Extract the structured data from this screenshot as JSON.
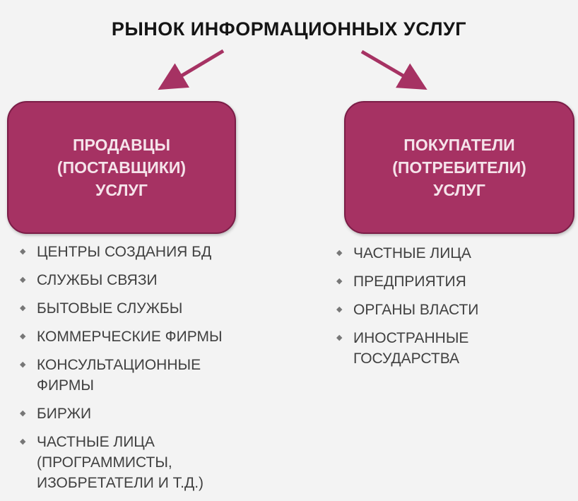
{
  "title": "РЫНОК ИНФОРМАЦИОННЫХ УСЛУГ",
  "left_box": {
    "lines": [
      "ПРОДАВЦЫ",
      "(ПОСТАВЩИКИ)",
      "УСЛУГ"
    ]
  },
  "right_box": {
    "lines": [
      "ПОКУПАТЕЛИ",
      "(ПОТРЕБИТЕЛИ)",
      "УСЛУГ"
    ]
  },
  "left_list": [
    "ЦЕНТРЫ СОЗДАНИЯ БД",
    "СЛУЖБЫ СВЯЗИ",
    "БЫТОВЫЕ СЛУЖБЫ",
    "КОММЕРЧЕСКИЕ ФИРМЫ",
    "КОНСУЛЬТАЦИОННЫЕ ФИРМЫ",
    "БИРЖИ",
    "ЧАСТНЫЕ ЛИЦА (ПРОГРАММИСТЫ, ИЗОБРЕТАТЕЛИ И Т.Д.)"
  ],
  "right_list": [
    "ЧАСТНЫЕ ЛИЦА",
    "ПРЕДПРИЯТИЯ",
    "ОРГАНЫ ВЛАСТИ",
    "ИНОСТРАННЫЕ ГОСУДАРСТВА"
  ],
  "colors": {
    "box_fill": "#a63263",
    "box_border": "#7b1d47",
    "arrow": "#a63263",
    "background": "#f3f3f3"
  }
}
